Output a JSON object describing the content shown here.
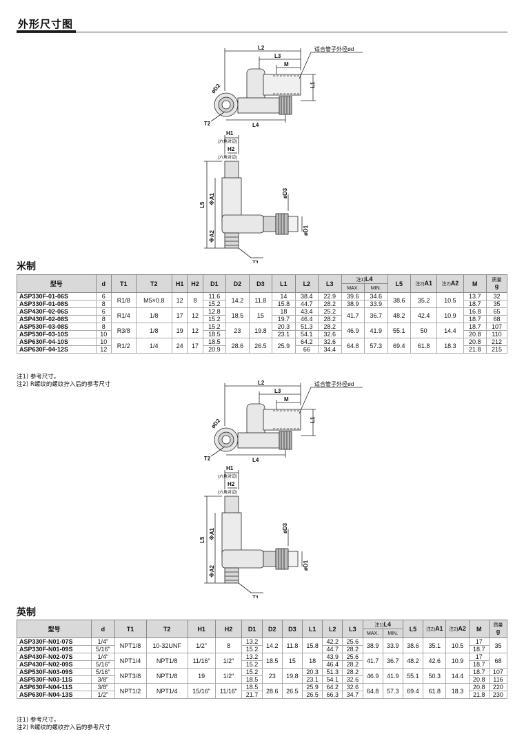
{
  "page_title": "外形尺寸图",
  "callout_label": "适合管子外径ød",
  "dimension_labels": {
    "L2": "L2",
    "L3": "L3",
    "M": "M",
    "L1": "L1",
    "D2": "øD2",
    "T2": "T2",
    "L4": "L4",
    "H1": "H1",
    "H2": "H2",
    "hex_note": "(六角对边)",
    "L5": "L5",
    "A1": "※A1",
    "A2": "※A2",
    "D3": "øD3",
    "D1": "øD1",
    "T1": "T1"
  },
  "headers": {
    "model": "型号",
    "d": "d",
    "T1": "T1",
    "T2": "T2",
    "H1": "H1",
    "H2": "H2",
    "D1": "D1",
    "D2": "D2",
    "D3": "D3",
    "L1": "L1",
    "L2": "L2",
    "L3": "L3",
    "L4_note": "注1)",
    "L4": "L4",
    "max": "MAX.",
    "min": "MIN.",
    "L5": "L5",
    "A1_note": "注2)",
    "A1": "A1",
    "A2_note": "注2)",
    "A2": "A2",
    "M": "M",
    "weight_line1": "质量",
    "weight_line2": "g"
  },
  "metric": {
    "label": "米制",
    "groups": [
      {
        "rows": [
          {
            "model": "ASP330F-01-06S",
            "d": "6",
            "D1": "11.6",
            "L1": "14",
            "L2": "38.4",
            "L3": "22.9",
            "M": "13.7",
            "w": "32"
          },
          {
            "model": "ASP330F-01-08S",
            "d": "8",
            "D1": "15.2",
            "L1": "15.8",
            "L2": "44.7",
            "L3": "28.2",
            "M": "18.7",
            "w": "35"
          }
        ],
        "T1": "R1/8",
        "T2": "M5×0.8",
        "H1": "12",
        "H2": "8",
        "D2": "14.2",
        "D3": "11.8",
        "max": "39.6",
        "min": "34.6",
        "max2": "38.9",
        "min2": "33.9",
        "split_l4": true,
        "L5": "38.6",
        "A1": "35.2",
        "A2": "10.5"
      },
      {
        "rows": [
          {
            "model": "ASP430F-02-06S",
            "d": "6",
            "D1": "12.8",
            "L1": "18",
            "L2": "43.4",
            "L3": "25.2",
            "M": "16.8",
            "w": "65"
          },
          {
            "model": "ASP430F-02-08S",
            "d": "8",
            "D1": "15.2",
            "L1": "19.7",
            "L2": "46.4",
            "L3": "28.2",
            "M": "18.7",
            "w": "68"
          }
        ],
        "T1": "R1/4",
        "T2": "1/8",
        "H1": "17",
        "H2": "12",
        "D2": "18.5",
        "D3": "15",
        "max": "41.7",
        "min": "36.7",
        "split_l4": false,
        "L5": "48.2",
        "A1": "42.4",
        "A2": "10.9"
      },
      {
        "rows": [
          {
            "model": "ASP530F-03-08S",
            "d": "8",
            "D1": "15.2",
            "L1": "20.3",
            "L2": "51.3",
            "L3": "28.2",
            "M": "18.7",
            "w": "107"
          },
          {
            "model": "ASP530F-03-10S",
            "d": "10",
            "D1": "18.5",
            "L1": "23.1",
            "L2": "54.1",
            "L3": "32.6",
            "M": "20.8",
            "w": "110"
          }
        ],
        "T1": "R3/8",
        "T2": "1/8",
        "H1": "19",
        "H2": "12",
        "D2": "23",
        "D3": "19.8",
        "max": "46.9",
        "min": "41.9",
        "split_l4": false,
        "L5": "55.1",
        "A1": "50",
        "A2": "14.4"
      },
      {
        "rows": [
          {
            "model": "ASP630F-04-10S",
            "d": "10",
            "D1": "18.5",
            "L1": "25.9",
            "L2": "64.2",
            "L3": "32.6",
            "M": "20.8",
            "w": "212"
          },
          {
            "model": "ASP630F-04-12S",
            "d": "12",
            "D1": "20.9",
            "L1": "25.9",
            "L2": "66",
            "L3": "34.4",
            "M": "21.8",
            "w": "215"
          }
        ],
        "T1": "R1/2",
        "T2": "1/4",
        "H1": "24",
        "H2": "17",
        "D2": "28.6",
        "D3": "26.5",
        "max": "64.8",
        "min": "57.3",
        "split_l4": false,
        "merge_l1": true,
        "L5": "69.4",
        "A1": "61.8",
        "A2": "18.3"
      }
    ]
  },
  "imperial": {
    "label": "英制",
    "groups": [
      {
        "rows": [
          {
            "model": "ASP330F-N01-07S",
            "d": "1/4\"",
            "D1": "13.2",
            "L2": "42.2",
            "L3": "25.6",
            "M": "17"
          },
          {
            "model": "ASP330F-N01-09S",
            "d": "5/16\"",
            "D1": "15.2",
            "L2": "44.7",
            "L3": "28.2",
            "M": "18.7"
          }
        ],
        "T1": "NPT1/8",
        "T2": "10-32UNF",
        "H1": "1/2\"",
        "H2": "8",
        "D2": "14.2",
        "D3": "11.8",
        "L1": "15.8",
        "max": "38.9",
        "min": "33.9",
        "L5": "38.6",
        "A1": "35.1",
        "A2": "10.5",
        "w": "35"
      },
      {
        "rows": [
          {
            "model": "ASP430F-N02-07S",
            "d": "1/4\"",
            "D1": "13.2",
            "L2": "43.9",
            "L3": "25.6",
            "M": "17"
          },
          {
            "model": "ASP430F-N02-09S",
            "d": "5/16\"",
            "D1": "15.2",
            "L2": "46.4",
            "L3": "28.2",
            "M": "18.7"
          }
        ],
        "T1": "NPT1/4",
        "T2": "NPT1/8",
        "H1": "11/16\"",
        "H2": "1/2\"",
        "D2": "18.5",
        "D3": "15",
        "L1": "18",
        "max": "41.7",
        "min": "36.7",
        "L5": "48.2",
        "A1": "42.6",
        "A2": "10.9",
        "w": "68"
      },
      {
        "rows": [
          {
            "model": "ASP530F-N03-09S",
            "d": "5/16\"",
            "D1": "15.2",
            "L1": "20.3",
            "L2": "51.3",
            "L3": "28.2",
            "M": "18.7",
            "w": "107"
          },
          {
            "model": "ASP530F-N03-11S",
            "d": "3/8\"",
            "D1": "18.5",
            "L1": "23.1",
            "L2": "54.1",
            "L3": "32.6",
            "M": "20.8",
            "w": "116"
          }
        ],
        "T1": "NPT3/8",
        "T2": "NPT1/8",
        "H1": "19",
        "H2": "1/2\"",
        "D2": "23",
        "D3": "19.8",
        "max": "46.9",
        "min": "41.9",
        "L5": "55.1",
        "A1": "50.3",
        "A2": "14.4"
      },
      {
        "rows": [
          {
            "model": "ASP630F-N04-11S",
            "d": "3/8\"",
            "D1": "18.5",
            "L1": "25.9",
            "L2": "64.2",
            "L3": "32.6",
            "M": "20.8",
            "w": "220"
          },
          {
            "model": "ASP630F-N04-13S",
            "d": "1/2\"",
            "D1": "21.7",
            "L1": "26.5",
            "L2": "66.3",
            "L3": "34.7",
            "M": "21.8",
            "w": "230"
          }
        ],
        "T1": "NPT1/2",
        "T2": "NPT1/4",
        "H1": "15/16\"",
        "H2": "11/16\"",
        "D2": "28.6",
        "D3": "26.5",
        "max": "64.8",
        "min": "57.3",
        "L5": "69.4",
        "A1": "61.8",
        "A2": "18.3"
      }
    ]
  },
  "notes": [
    "注1) 参考尺寸。",
    "注2) R螺纹的螺纹拧入后的参考尺寸"
  ]
}
